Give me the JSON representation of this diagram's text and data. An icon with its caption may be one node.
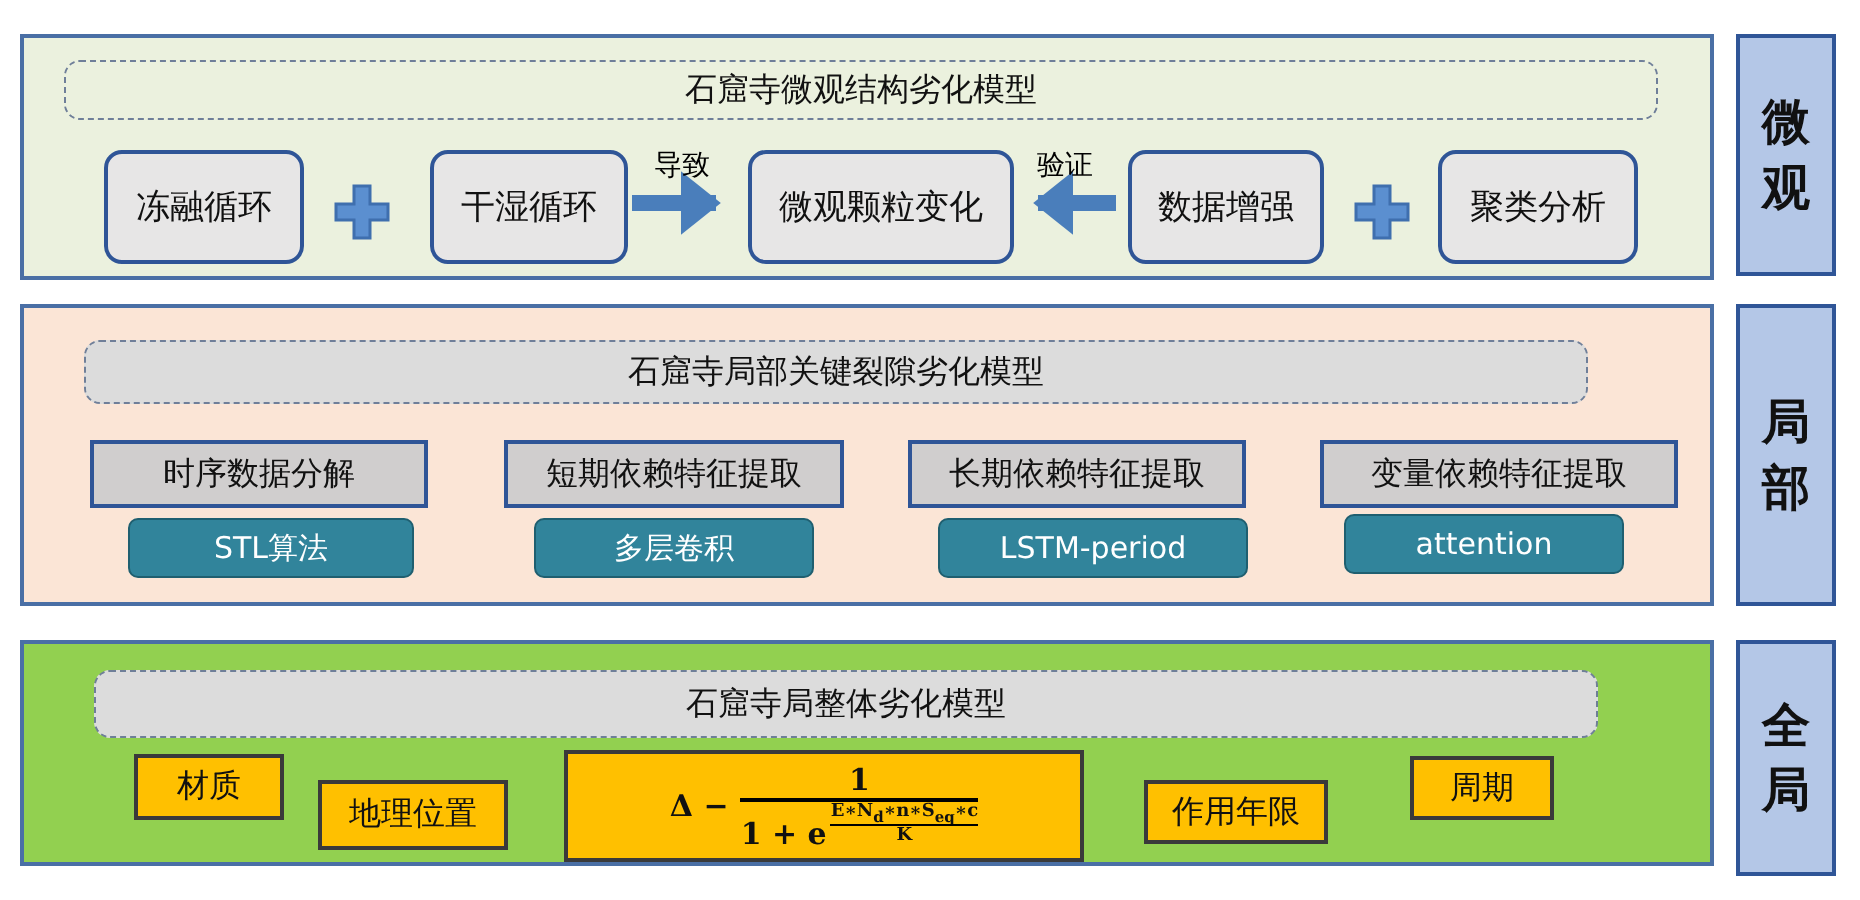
{
  "diagram": {
    "nodes": [
      {
        "text": [],
        "shape": "box"
      },
      {
        "text": [
          "石窟寺微观结构劣化模型"
        ],
        "in": 0
      },
      {
        "text": [
          "冻融循环"
        ],
        "in": 0
      },
      {
        "text": [
          "干湿循环"
        ],
        "in": 0
      },
      {
        "text": [
          "微观颗粒变化"
        ],
        "in": 0
      },
      {
        "text": [
          "数据增强"
        ],
        "in": 0
      },
      {
        "text": [
          "聚类分析"
        ],
        "in": 0
      },
      {
        "text": [
          "微观"
        ]
      },
      {
        "text": [],
        "shape": "box"
      },
      {
        "text": [
          "石窟寺局部关键裂隙劣化模型"
        ],
        "in": 8
      },
      {
        "text": [
          "时序数据分解"
        ],
        "in": 8
      },
      {
        "text": [
          "STL算法"
        ],
        "in": 8
      },
      {
        "text": [
          "短期依赖特征提取"
        ],
        "in": 8
      },
      {
        "text": [
          "多层卷积"
        ],
        "in": 8
      },
      {
        "text": [
          "长期依赖特征提取"
        ],
        "in": 8
      },
      {
        "text": [
          "LSTM-period"
        ],
        "in": 8
      },
      {
        "text": [
          "变量依赖特征提取"
        ],
        "in": 8
      },
      {
        "text": [
          "attention"
        ],
        "in": 8
      },
      {
        "text": [
          "局部"
        ]
      },
      {
        "text": [],
        "shape": "box"
      },
      {
        "text": [
          "石窟寺局整体劣化模型"
        ],
        "in": 19
      },
      {
        "text": [
          "材质"
        ],
        "in": 19
      },
      {
        "text": [
          "地理位置"
        ],
        "in": 19
      },
      {
        "text": [
          "Δ −",
          "1",
          "1 + e",
          "E∗N$_{d}$∗n∗S$_{eq}$∗c",
          "K"
        ],
        "in": 19
      },
      {
        "text": [
          "作用年限"
        ],
        "in": 19
      },
      {
        "text": [
          "周期"
        ],
        "in": 19
      },
      {
        "text": [
          "全局"
        ]
      }
    ],
    "edges": [
      {
        "from": 3,
        "to": 4,
        "arrow": "to",
        "label": "导致"
      },
      {
        "from": 5,
        "to": 4,
        "arrow": "to",
        "label": "验证"
      }
    ]
  }
}
